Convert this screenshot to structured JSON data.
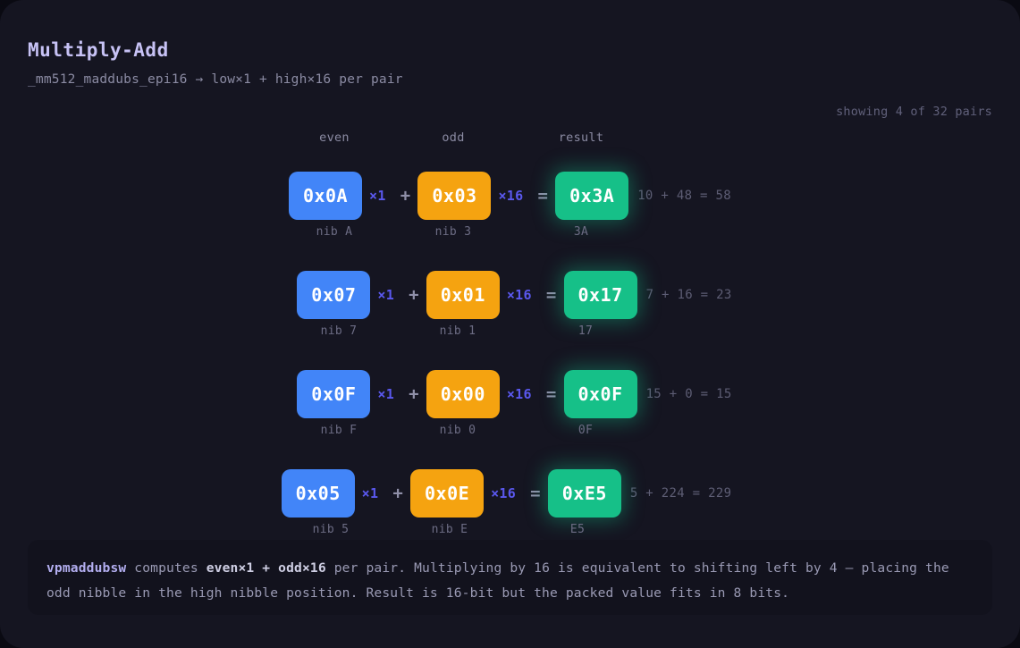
{
  "header": {
    "title": "Multiply-Add",
    "subtitle": "_mm512_maddubs_epi16 → low×1 + high×16 per pair",
    "showing": "showing 4 of 32 pairs"
  },
  "columns": {
    "even": "even",
    "odd": "odd",
    "result": "result"
  },
  "operators": {
    "mul_even": "×1",
    "plus": "+",
    "mul_odd": "×16",
    "equals": "="
  },
  "rows": [
    {
      "even_value": "0x0A",
      "even_label": "nib A",
      "odd_value": "0x03",
      "odd_label": "nib 3",
      "result_value": "0x3A",
      "result_label": "3A",
      "calc": "10 + 48 = 58"
    },
    {
      "even_value": "0x07",
      "even_label": "nib 7",
      "odd_value": "0x01",
      "odd_label": "nib 1",
      "result_value": "0x17",
      "result_label": "17",
      "calc": "7 + 16 = 23"
    },
    {
      "even_value": "0x0F",
      "even_label": "nib F",
      "odd_value": "0x00",
      "odd_label": "nib 0",
      "result_value": "0x0F",
      "result_label": "0F",
      "calc": "15 + 0 = 15"
    },
    {
      "even_value": "0x05",
      "even_label": "nib 5",
      "odd_value": "0x0E",
      "odd_label": "nib E",
      "result_value": "0xE5",
      "result_label": "E5",
      "calc": "5 + 224 = 229"
    }
  ],
  "note": {
    "instruction": "vpmaddubsw",
    "text_1": " computes ",
    "formula": "even×1 + odd×16",
    "text_2": " per pair. Multiplying by 16 is equivalent to shifting left by 4 — placing the odd nibble in the high nibble position. Result is 16-bit but the packed value fits in 8 bits."
  },
  "colors": {
    "background": "#151521",
    "page_background": "#0a0a12",
    "even_chip": "#4285f8",
    "odd_chip": "#f5a310",
    "result_chip": "#16c088",
    "multiplier": "#5a58ee",
    "title": "#c7c2f5",
    "muted": "#8b8ba3"
  }
}
